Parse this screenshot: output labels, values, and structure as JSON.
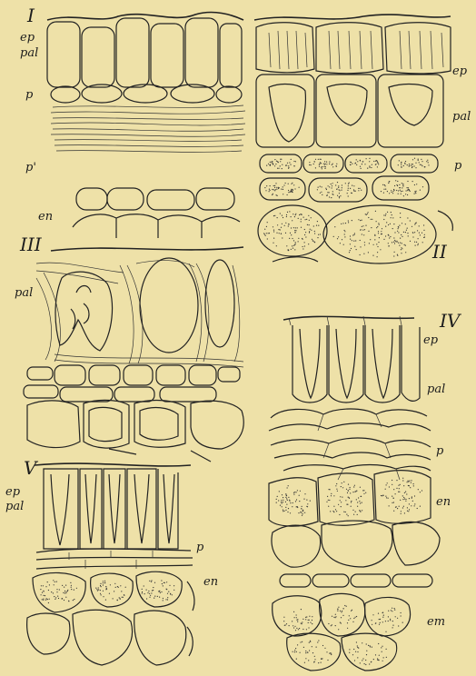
{
  "figure_labels": {
    "fig1": "I",
    "fig2": "II",
    "fig3": "III",
    "fig4": "IV",
    "fig5": "V"
  },
  "tissue_labels": {
    "f1_ep": "ep",
    "f1_pal": "pal",
    "f1_p": "p",
    "f1_p2": "p'",
    "f1_en": "en",
    "f2_ep": "ep",
    "f2_pal": "pal",
    "f2_p": "p",
    "f3_pal": "pal",
    "f4_ep": "ep",
    "f4_pal": "pal",
    "f4_p": "p",
    "f4_en": "en",
    "f4_em": "em",
    "f5_ep": "ep",
    "f5_pal": "pal",
    "f5_p": "p",
    "f5_en": "en"
  },
  "colors": {
    "paper": "#eee1a8",
    "ink": "#222222"
  }
}
